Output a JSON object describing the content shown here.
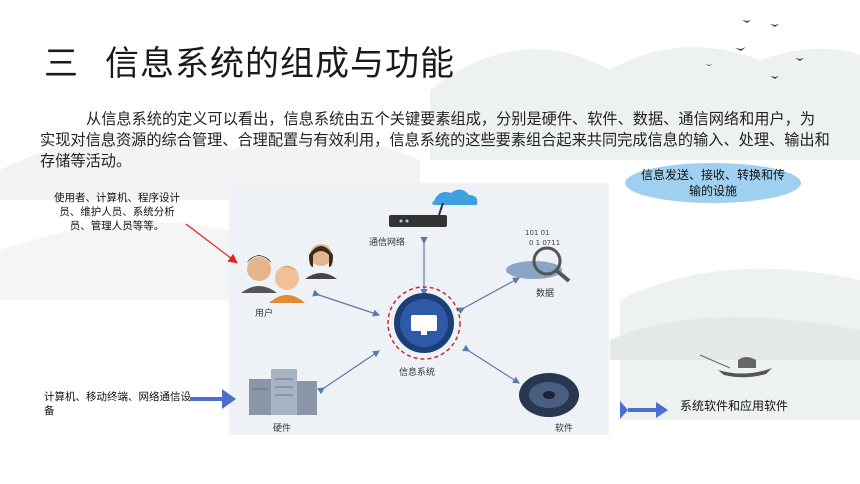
{
  "title": {
    "number": "三",
    "text": "信息系统的组成与功能"
  },
  "intro": "从信息系统的定义可以看出，信息系统由五个关键要素组成，分别是硬件、软件、数据、通信网络和用户，为实现对信息资源的综合管理、合理配置与有效利用，信息系统的这些要素组合起来共同完成信息的输入、处理、输出和存储等活动。",
  "diagram": {
    "center": "信息系统",
    "network": "通信网络",
    "data": "数据",
    "users": "用户",
    "hardware": "硬件",
    "software": "软件"
  },
  "notes": {
    "users_note": "使用者、计算机、程序设计员、维护人员、系统分析员、管理人员等等。",
    "network_bubble": "信息发送、接收、转换和传输的设施",
    "hardware_note": "计算机、移动终端、网络通信设备",
    "software_note": "系统软件和应用软件"
  },
  "colors": {
    "bubble": "#9fd0f0",
    "arrow_red": "#e02020",
    "arrow_blue": "#4a6fd0",
    "figure_bg": "#eef2f6"
  }
}
